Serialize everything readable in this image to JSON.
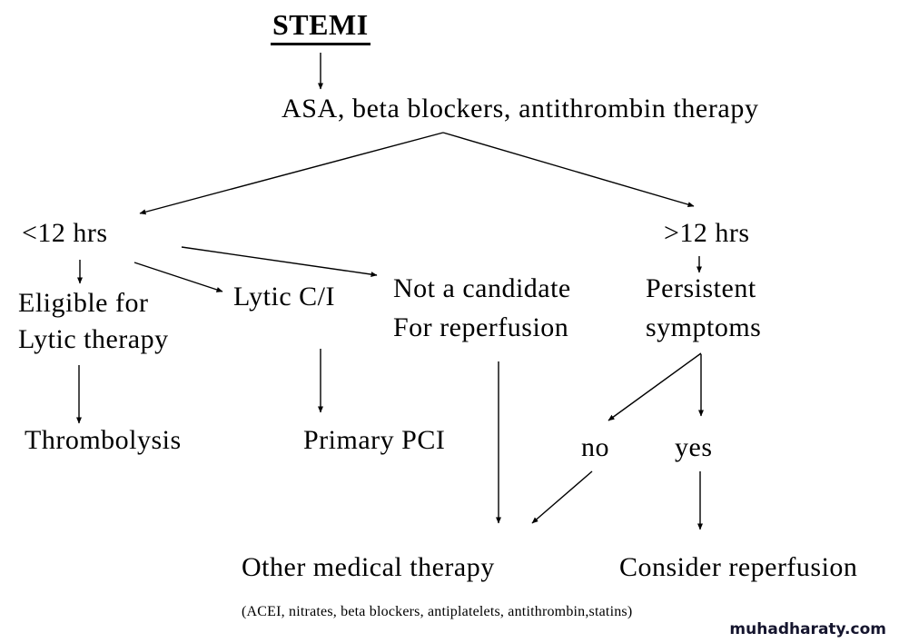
{
  "page": {
    "background": "#ffffff",
    "text_color": "#000000",
    "line_color": "#000000"
  },
  "watermark": {
    "label": "muhadharaty.com",
    "color": "#15152e"
  },
  "flowchart": {
    "nodes": {
      "stemi": "STEMI",
      "initial_therapy": "ASA, beta blockers, antithrombin therapy",
      "under_12_hrs": "<12 hrs",
      "over_12_hrs": ">12 hrs",
      "eligible_lytic": "Eligible for\nLytic therapy",
      "lytic_ci": "Lytic C/I",
      "not_candidate": "Not a candidate\nFor reperfusion",
      "persistent_symptoms": "Persistent\nsymptoms",
      "thrombolysis": "Thrombolysis",
      "primary_pci": "Primary PCI",
      "no": "no",
      "yes": "yes",
      "other_medical_therapy": "Other medical therapy",
      "other_medical_note": "(ACEI, nitrates, beta blockers, antiplatelets, antithrombin,statins)",
      "consider_reperfusion": "Consider reperfusion"
    },
    "edges": [
      {
        "from": "stemi",
        "to": "initial_therapy"
      },
      {
        "from": "initial_therapy",
        "to": "under_12_hrs"
      },
      {
        "from": "initial_therapy",
        "to": "over_12_hrs"
      },
      {
        "from": "under_12_hrs",
        "to": "eligible_lytic"
      },
      {
        "from": "under_12_hrs",
        "to": "lytic_ci"
      },
      {
        "from": "under_12_hrs",
        "to": "not_candidate"
      },
      {
        "from": "eligible_lytic",
        "to": "thrombolysis"
      },
      {
        "from": "lytic_ci",
        "to": "primary_pci"
      },
      {
        "from": "not_candidate",
        "to": "other_medical_therapy"
      },
      {
        "from": "over_12_hrs",
        "to": "persistent_symptoms"
      },
      {
        "from": "persistent_symptoms",
        "to": "no"
      },
      {
        "from": "persistent_symptoms",
        "to": "yes"
      },
      {
        "from": "no",
        "to": "other_medical_therapy"
      },
      {
        "from": "yes",
        "to": "consider_reperfusion"
      }
    ]
  }
}
